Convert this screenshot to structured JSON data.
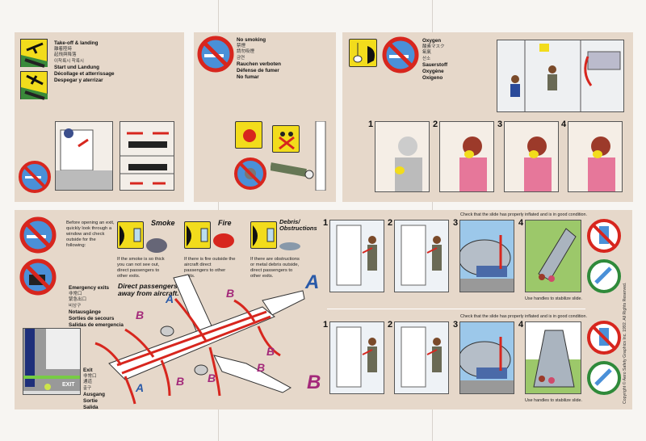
{
  "takeoff": {
    "lines": [
      "Take-off & landing",
      "離着陸時",
      "起飛與降落",
      "이착륙시 착륙시",
      "Start und Landung",
      "Décollage et atterrissage",
      "Despegar y aterrizar"
    ]
  },
  "nosmoking": {
    "lines": [
      "No smoking",
      "禁煙",
      "請勿吸煙",
      "금연",
      "Rauchen verboten",
      "Défense de fumer",
      "No fumar"
    ]
  },
  "oxygen": {
    "lines": [
      "Oxygen",
      "酸素マスク",
      "氧氣",
      "산소",
      "Sauerstoff",
      "Oxygène",
      "Oxígeno"
    ],
    "steps": [
      "1",
      "2",
      "3",
      "4"
    ]
  },
  "exits": {
    "instruction": "Before opening an exit, quickly look through a window and check outside for the following:",
    "hazards": [
      {
        "title": "Smoke",
        "text": "If the smoke is so thick you can not see out, direct passengers to other exits."
      },
      {
        "title": "Fire",
        "text": "If there is fire outside the aircraft direct passengers to other exits."
      },
      {
        "title": "Debris/ Obstructions",
        "text": "If there are obstructions or metal debris outside, direct passengers to other exits."
      }
    ],
    "direct": "Direct passengers away from aircraft.",
    "emergency_lines": [
      "Emergency exits",
      "非常口",
      "緊急出口",
      "비상구",
      "Notausgänge",
      "Sorties de secours",
      "Salidas de emergencia"
    ],
    "exit_lines": [
      "Exit",
      "非常口",
      "通道",
      "출구",
      "Ausgang",
      "Sortie",
      "Salida"
    ],
    "exit_sign": "EXIT",
    "door_labels": [
      "A",
      "B",
      "B",
      "B",
      "B",
      "A",
      "B",
      "B"
    ],
    "row_a": "A",
    "row_b": "B",
    "steps": [
      "1",
      "2",
      "3",
      "4"
    ],
    "check": "Check that the slide has properly inflated and is in good condition.",
    "handles": "Use handles to stabilize slide.",
    "copyright": "Copyright © Aero Safety Graphics Inc. 1992. All Rights Reserved."
  },
  "colors": {
    "panel": "#e6d8ca",
    "yellow": "#f2dc1c",
    "red": "#d7261e",
    "blue": "#2a5aa8",
    "magenta": "#a3297a",
    "green": "#2f8a3a"
  }
}
